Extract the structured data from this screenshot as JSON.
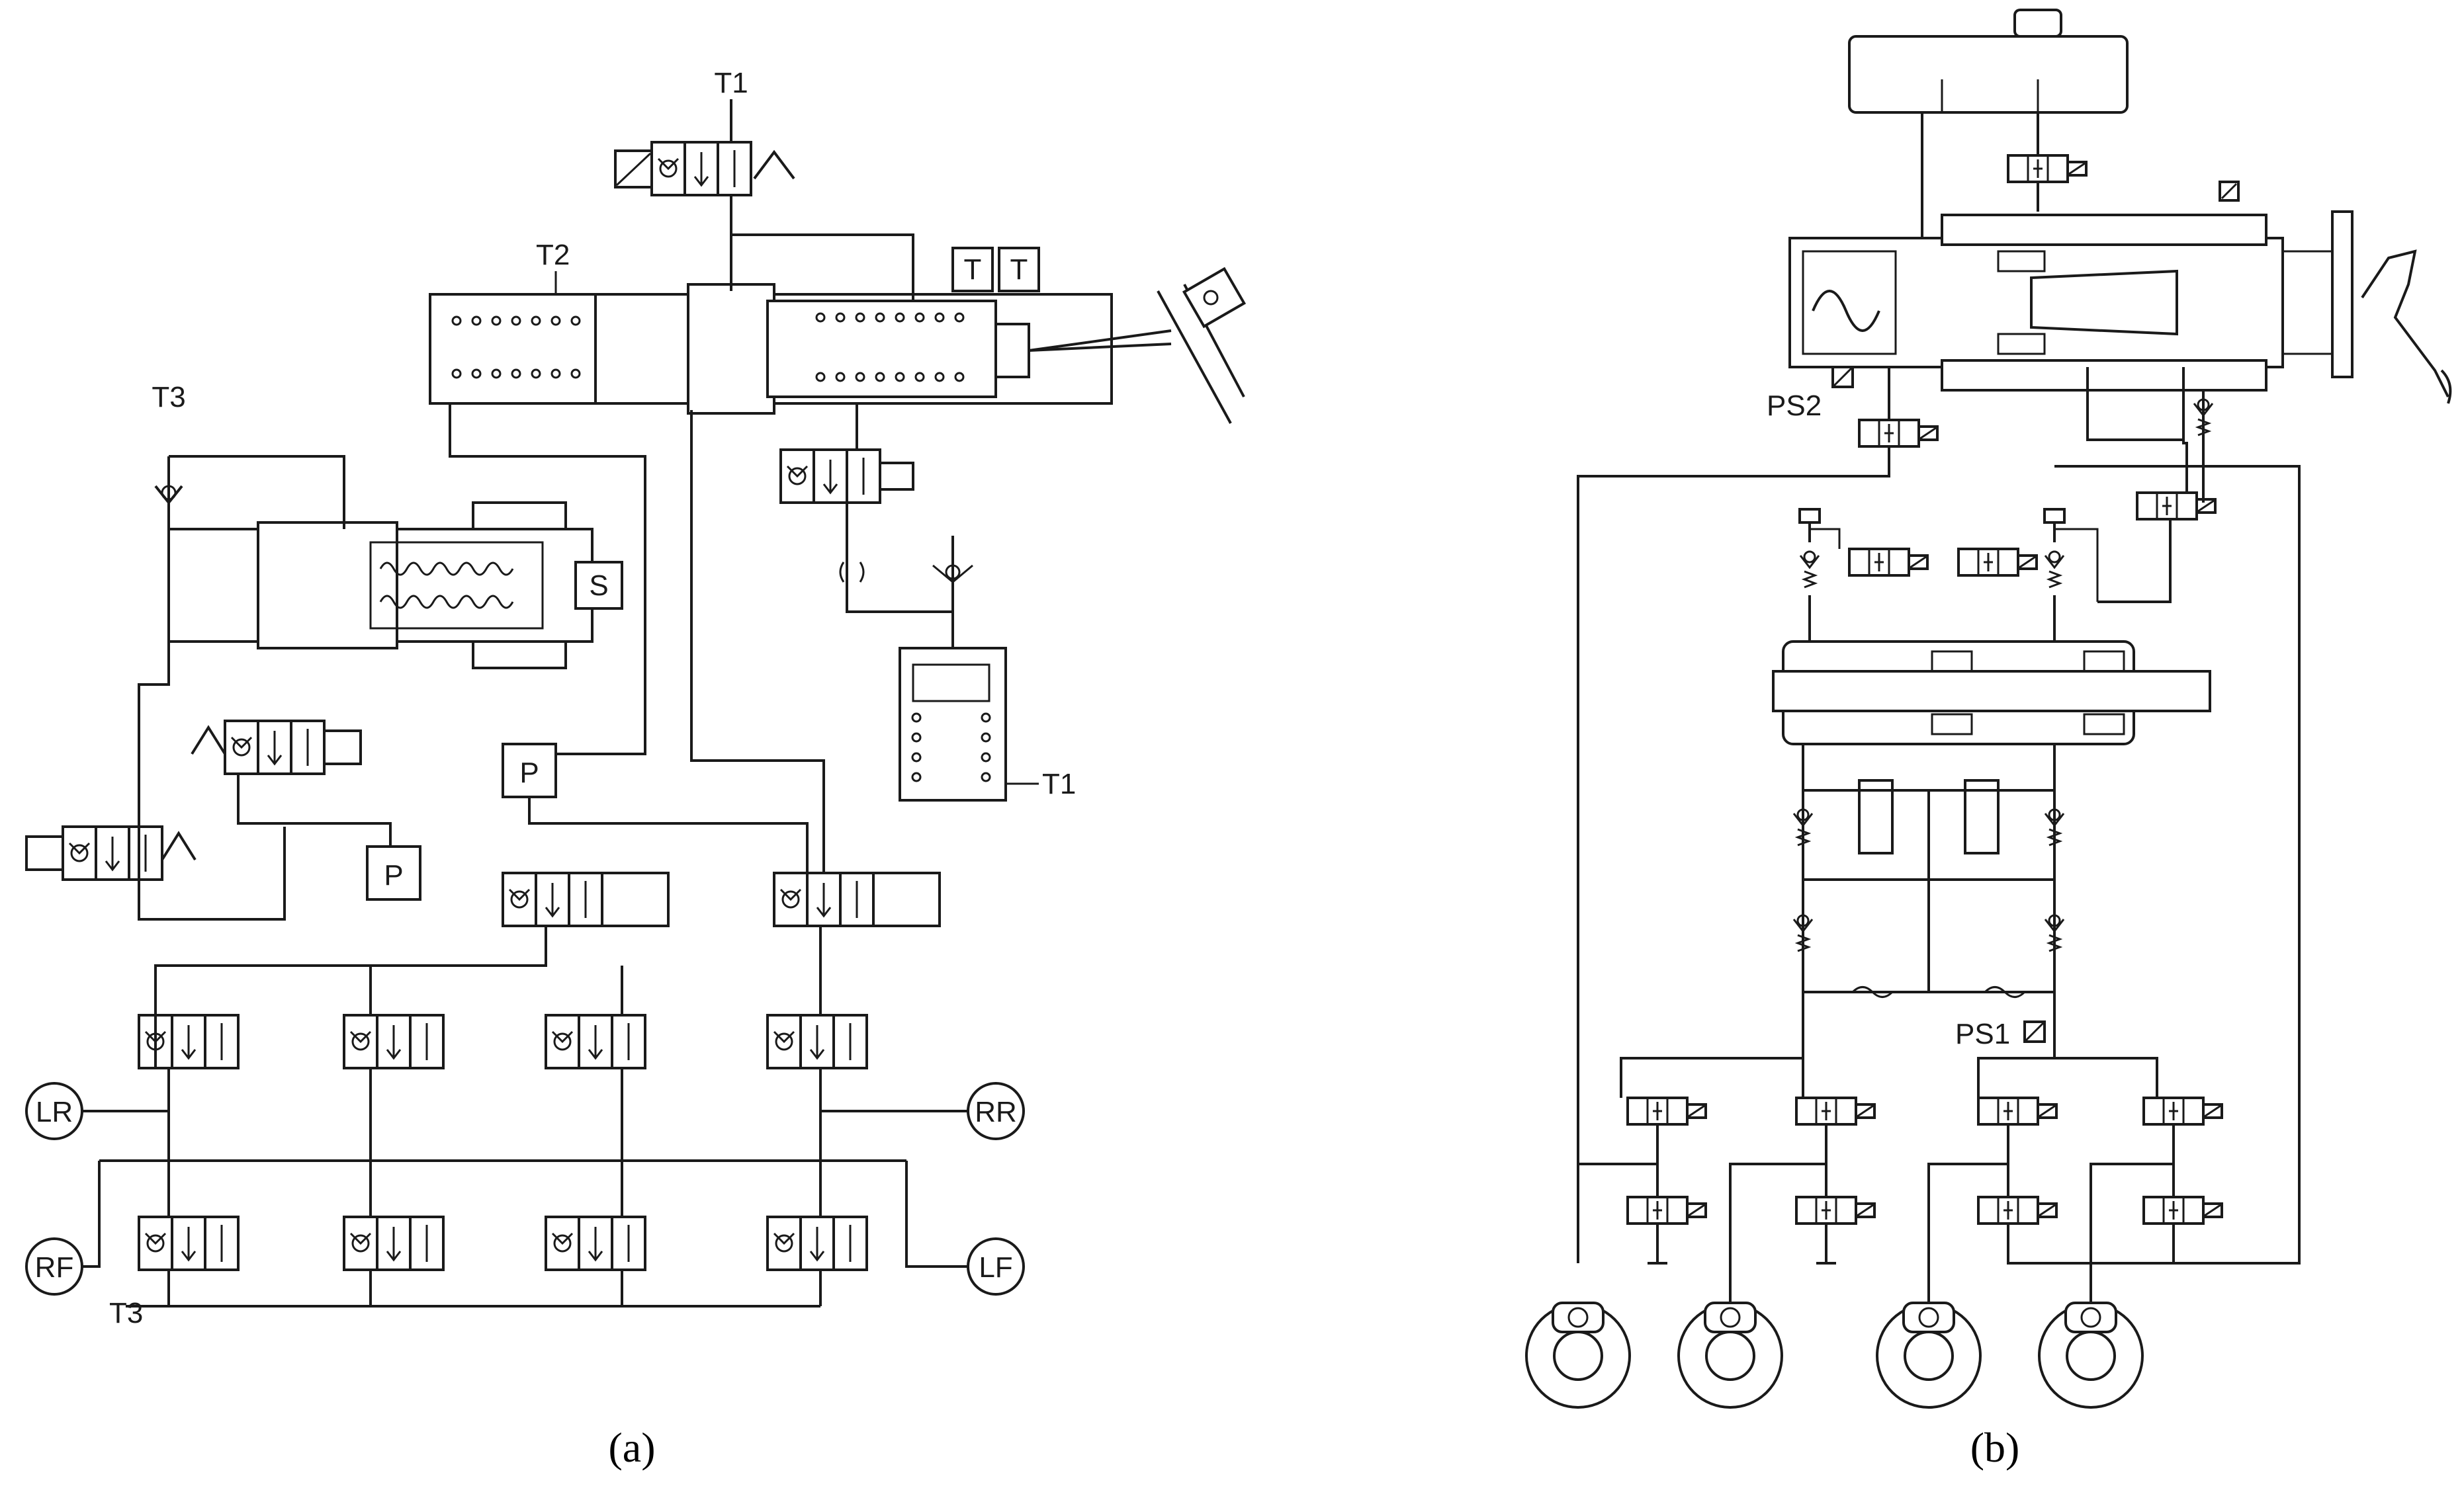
{
  "panel_a": {
    "caption": "(a)",
    "labels": {
      "t1_top": "T1",
      "t2": "T2",
      "t3_top": "T3",
      "t1_right": "T1",
      "t3_bottom": "T3",
      "s": "S",
      "p_upper": "P",
      "p_lower": "P",
      "t_box_1": "T",
      "t_box_2": "T",
      "lr": "LR",
      "rr": "RR",
      "rf": "RF",
      "lf": "LF"
    }
  },
  "panel_b": {
    "caption": "(b)",
    "labels": {
      "ps2": "PS2",
      "ps1": "PS1"
    }
  }
}
